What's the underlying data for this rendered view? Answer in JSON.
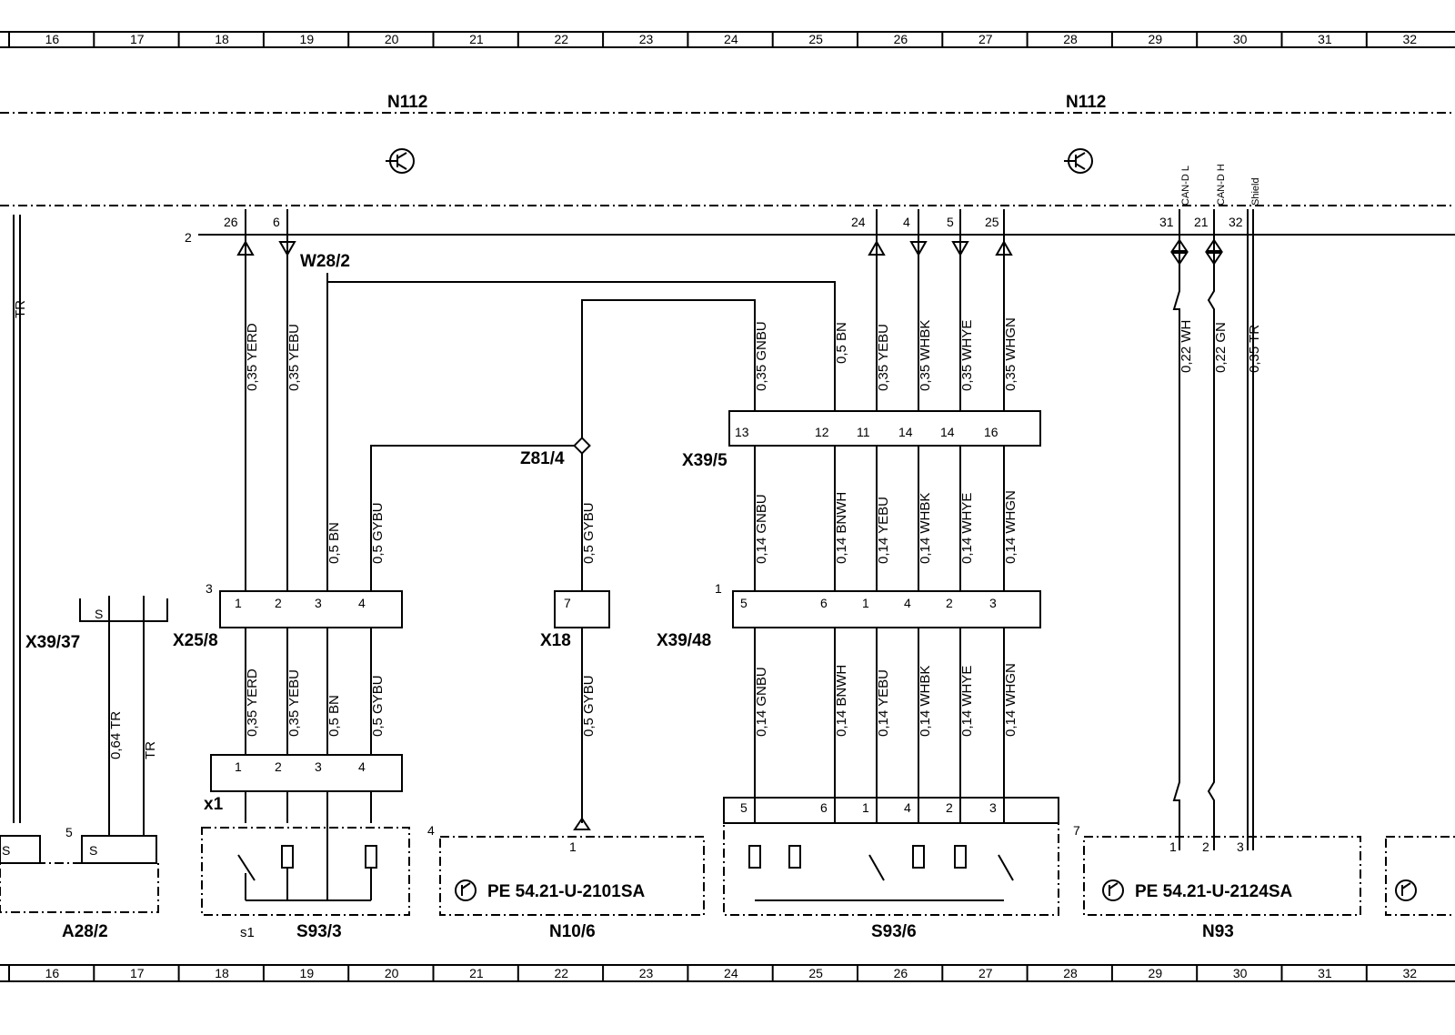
{
  "grid": [
    "16",
    "17",
    "18",
    "19",
    "20",
    "21",
    "22",
    "23",
    "24",
    "25",
    "26",
    "27",
    "28",
    "29",
    "30",
    "31",
    "32"
  ],
  "components": {
    "n112_left": "N112",
    "n112_right": "N112",
    "w28": "W28/2",
    "z81": "Z81/4",
    "x39_5": "X39/5",
    "x39_37": "X39/37",
    "x25": "X25/8",
    "x18": "X18",
    "x39_48": "X39/48",
    "a28": "A28/2",
    "s1": "s1",
    "s93_3": "S93/3",
    "n10": "N10/6",
    "s93_6": "S93/6",
    "n93": "N93",
    "x1": "x1"
  },
  "refs": {
    "n10": "PE 54.21-U-2101SA",
    "n93": "PE 54.21-U-2124SA"
  },
  "signals": {
    "can_l": "CAN-D L",
    "can_h": "CAN-D H",
    "shield": "Shield"
  },
  "wires": {
    "tr": "TR",
    "w_yerd": "0,35 YERD",
    "w_yebu": "0,35 YEBU",
    "w_gnbu": "0,35 GNBU",
    "w_bn": "0,5 BN",
    "w_yebu2": "0,35 YEBU",
    "w_whbk": "0,35 WHBK",
    "w_whye": "0,35 WHYE",
    "w_whgn": "0,35 WHGN",
    "w_wh": "0,22 WH",
    "w_gn": "0,22 GN",
    "w_tr": "0,35 TR",
    "m_bn": "0,5 BN",
    "m_gybu": "0,5 GYBU",
    "m_gybu2": "0,5 GYBU",
    "m_gnbu": "0,14 GNBU",
    "m_bnwh": "0,14 BNWH",
    "m_yebu": "0,14 YEBU",
    "m_whbk": "0,14 WHBK",
    "m_whye": "0,14 WHYE",
    "m_whgn": "0,14 WHGN",
    "l_tr": "0,64 TR",
    "l_tr2": "TR",
    "l_yerd": "0,35 YERD",
    "l_yebu": "0,35 YEBU",
    "l_bn": "0,5 BN",
    "l_gybu": "0,5 GYBU",
    "l_gybu2": "0,5 GYBU",
    "l_gnbu": "0,14 GNBU",
    "l_bnwh": "0,14 BNWH",
    "l_yebu2": "0,14 YEBU",
    "l_whbk": "0,14 WHBK",
    "l_whye": "0,14 WHYE",
    "l_whgn": "0,14 WHGN"
  },
  "pins": {
    "top": [
      "26",
      "6",
      "24",
      "4",
      "5",
      "25",
      "31",
      "21",
      "32"
    ],
    "x39_5": [
      "13",
      "12",
      "11",
      "14",
      "14",
      "16"
    ],
    "x25": [
      "1",
      "2",
      "3",
      "4"
    ],
    "x18": "7",
    "x39_48": [
      "5",
      "6",
      "1",
      "4",
      "2",
      "3"
    ],
    "x1": [
      "1",
      "2",
      "3",
      "4"
    ],
    "s93_6": [
      "5",
      "6",
      "1",
      "4",
      "2",
      "3"
    ],
    "n10": "1",
    "n93": [
      "1",
      "2",
      "3"
    ],
    "markers": {
      "two": "2",
      "three": "3",
      "one": "1",
      "four": "4",
      "five": "5",
      "seven": "7"
    },
    "s": "S"
  }
}
